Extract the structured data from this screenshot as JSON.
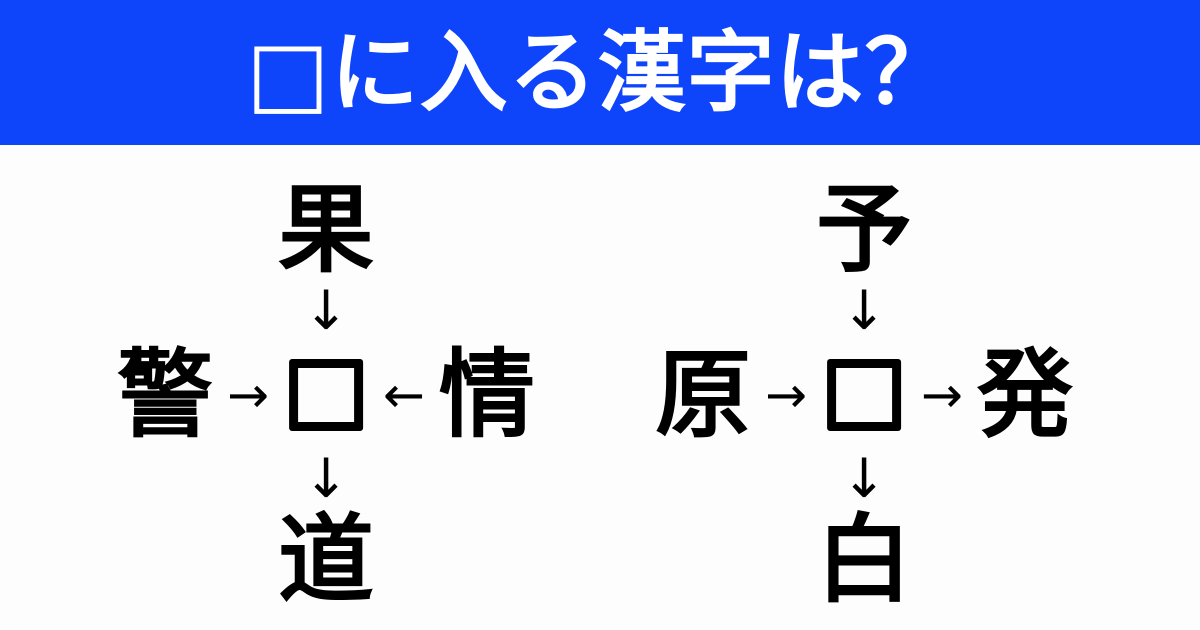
{
  "header": {
    "title": "□に入る漢字は？",
    "background_color": "#0e45fb",
    "text_color": "#ffffff"
  },
  "puzzles": [
    {
      "id": "left",
      "top": "果",
      "left": "警",
      "right": "情",
      "bottom": "道",
      "arrows": {
        "from_top": "↓",
        "from_left": "→",
        "from_right": "←",
        "to_bottom": "↓"
      }
    },
    {
      "id": "right",
      "top": "予",
      "left": "原",
      "right": "発",
      "bottom": "白",
      "arrows": {
        "from_top": "↓",
        "from_left": "→",
        "to_right": "→",
        "to_bottom": "↓"
      }
    }
  ]
}
